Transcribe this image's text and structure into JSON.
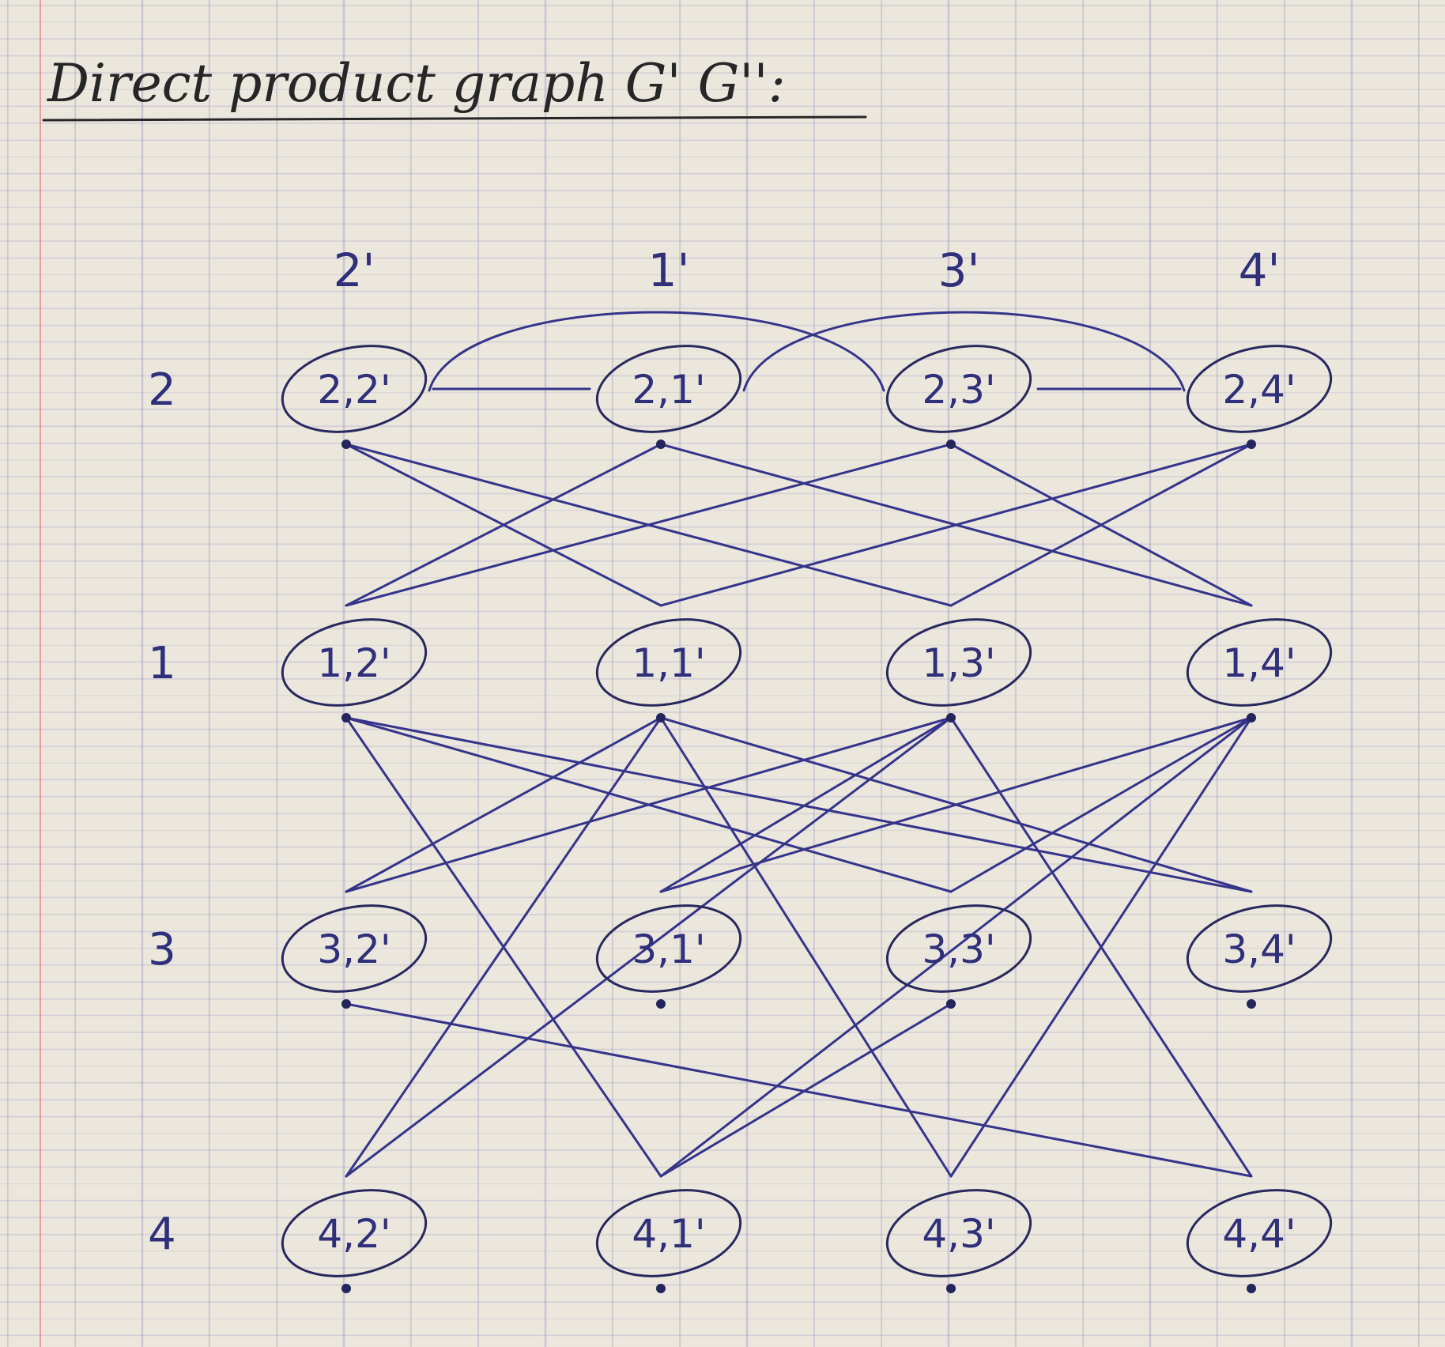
{
  "title": "Direct product graph G' G'':",
  "columns": [
    "2'",
    "1'",
    "3'",
    "4'"
  ],
  "rows": [
    "2",
    "1",
    "3",
    "4"
  ],
  "nodes": [
    {
      "row": "2",
      "col": "2'",
      "label": "2,2'"
    },
    {
      "row": "2",
      "col": "1'",
      "label": "2,1'"
    },
    {
      "row": "2",
      "col": "3'",
      "label": "2,3'"
    },
    {
      "row": "2",
      "col": "4'",
      "label": "2,4'"
    },
    {
      "row": "1",
      "col": "2'",
      "label": "1,2'"
    },
    {
      "row": "1",
      "col": "1'",
      "label": "1,1'"
    },
    {
      "row": "1",
      "col": "3'",
      "label": "1,3'"
    },
    {
      "row": "1",
      "col": "4'",
      "label": "1,4'"
    },
    {
      "row": "3",
      "col": "2'",
      "label": "3,2'"
    },
    {
      "row": "3",
      "col": "1'",
      "label": "3,1'"
    },
    {
      "row": "3",
      "col": "3'",
      "label": "3,3'"
    },
    {
      "row": "3",
      "col": "4'",
      "label": "3,4'"
    },
    {
      "row": "4",
      "col": "2'",
      "label": "4,2'"
    },
    {
      "row": "4",
      "col": "1'",
      "label": "4,1'"
    },
    {
      "row": "4",
      "col": "3'",
      "label": "4,3'"
    },
    {
      "row": "4",
      "col": "4'",
      "label": "4,4'"
    }
  ],
  "edges": [
    [
      "2,2'",
      "2,1'"
    ],
    [
      "2,2'",
      "2,3'"
    ],
    [
      "2,1'",
      "2,4'"
    ],
    [
      "2,3'",
      "2,4'"
    ],
    [
      "2,2'",
      "1,1'"
    ],
    [
      "2,2'",
      "1,3'"
    ],
    [
      "2,1'",
      "1,2'"
    ],
    [
      "2,1'",
      "1,4'"
    ],
    [
      "2,3'",
      "1,2'"
    ],
    [
      "2,3'",
      "1,4'"
    ],
    [
      "2,4'",
      "1,1'"
    ],
    [
      "2,4'",
      "1,3'"
    ],
    [
      "1,2'",
      "3,3'"
    ],
    [
      "1,2'",
      "3,4'"
    ],
    [
      "1,2'",
      "4,1'"
    ],
    [
      "1,1'",
      "3,2'"
    ],
    [
      "1,1'",
      "3,4'"
    ],
    [
      "1,1'",
      "4,2'"
    ],
    [
      "1,1'",
      "4,3'"
    ],
    [
      "1,3'",
      "3,1'"
    ],
    [
      "1,3'",
      "3,2'"
    ],
    [
      "1,3'",
      "4,2'"
    ],
    [
      "1,3'",
      "4,4'"
    ],
    [
      "1,4'",
      "3,1'"
    ],
    [
      "1,4'",
      "3,3'"
    ],
    [
      "1,4'",
      "4,1'"
    ],
    [
      "1,4'",
      "4,3'"
    ],
    [
      "3,2'",
      "4,4'"
    ],
    [
      "3,3'",
      "4,1'"
    ]
  ]
}
